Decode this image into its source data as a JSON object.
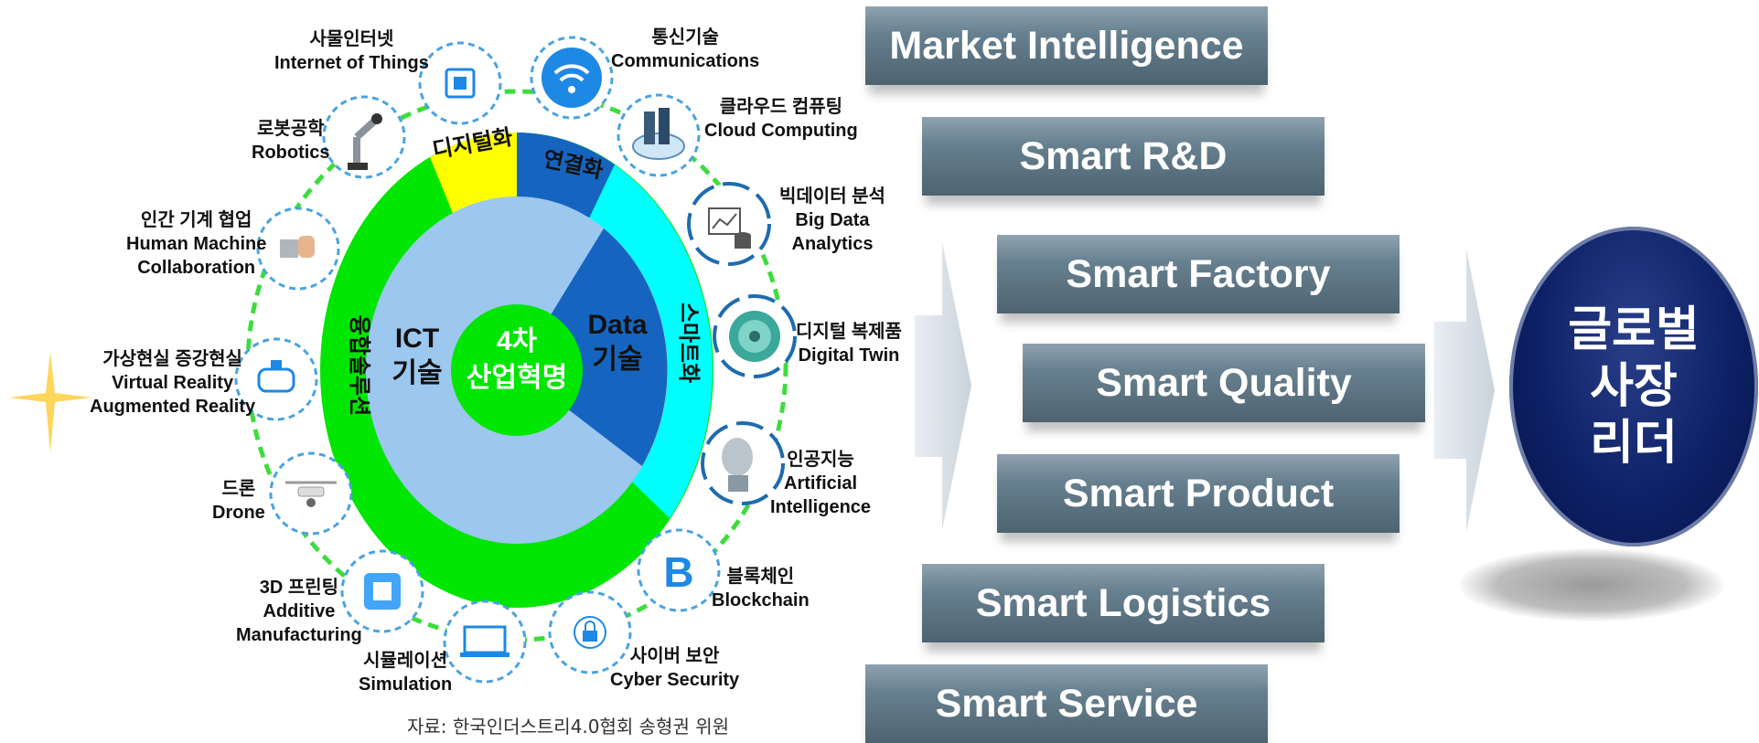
{
  "diagram": {
    "center": {
      "line1": "4차",
      "line2": "산업혁명"
    },
    "inner_left": {
      "line1": "ICT",
      "line2": "기술"
    },
    "inner_right": {
      "line1": "Data",
      "line2": "기술"
    },
    "ring_labels": {
      "digitalization": "디지털화",
      "connection": "연결화",
      "smartization": "스마트화",
      "convergence": "융합솔루션"
    },
    "technologies": [
      {
        "ko": "사물인터넷",
        "en": "Internet of Things",
        "icon": "iot-chip-icon"
      },
      {
        "ko": "통신기술",
        "en": "Communications",
        "icon": "wifi-icon"
      },
      {
        "ko": "클라우드 컴퓨팅",
        "en": "Cloud Computing",
        "icon": "cloud-server-icon"
      },
      {
        "ko": "빅데이터 분석",
        "en": "Big Data Analytics",
        "icon": "big-data-icon"
      },
      {
        "ko": "디지털 복제품",
        "en": "Digital Twin",
        "icon": "turbine-icon"
      },
      {
        "ko": "인공지능",
        "en": "Artificial Intelligence",
        "icon": "ai-robot-icon"
      },
      {
        "ko": "블록체인",
        "en": "Blockchain",
        "icon": "blockchain-icon"
      },
      {
        "ko": "사이버 보안",
        "en": "Cyber Security",
        "icon": "lock-icon"
      },
      {
        "ko": "시뮬레이션",
        "en": "Simulation",
        "icon": "laptop-simulation-icon"
      },
      {
        "ko": "3D 프린팅",
        "en": "Additive Manufacturing",
        "icon": "3d-printer-icon"
      },
      {
        "ko": "드론",
        "en": "Drone",
        "icon": "drone-icon"
      },
      {
        "ko": "가상현실 증강현실",
        "en": "Virtual Reality Augmented Reality",
        "icon": "vr-headset-icon"
      },
      {
        "ko": "인간 기계 협업",
        "en": "Human Machine Collaboration",
        "icon": "robot-hand-icon"
      },
      {
        "ko": "로봇공학",
        "en": "Robotics",
        "icon": "robot-arm-icon"
      }
    ],
    "labels_display": {
      "iot": {
        "ko": "사물인터넷",
        "en": "Internet of Things"
      },
      "comm": {
        "ko": "통신기술",
        "en": "Communications"
      },
      "cloud": {
        "ko": "클라우드 컴퓨팅",
        "en": "Cloud Computing"
      },
      "bigdata": {
        "ko": "빅데이터 분석",
        "en1": "Big Data",
        "en2": "Analytics"
      },
      "twin": {
        "ko": "디지털 복제품",
        "en": "Digital Twin"
      },
      "ai": {
        "ko": "인공지능",
        "en1": "Artificial",
        "en2": "Intelligence"
      },
      "blockchain": {
        "ko": "블록체인",
        "en": "Blockchain"
      },
      "security": {
        "ko": "사이버 보안",
        "en": "Cyber Security"
      },
      "simulation": {
        "ko": "시뮬레이션",
        "en": "Simulation"
      },
      "printing": {
        "ko": "3D 프린팅",
        "en1": "Additive",
        "en2": "Manufacturing"
      },
      "drone": {
        "ko": "드론",
        "en": "Drone"
      },
      "vrar": {
        "ko": "가상현실 증강현실",
        "en1": "Virtual Reality",
        "en2": "Augmented Reality"
      },
      "hmc": {
        "ko": "인간 기계 협업",
        "en1": "Human Machine",
        "en2": "Collaboration"
      },
      "robotics": {
        "ko": "로봇공학",
        "en": "Robotics"
      }
    },
    "source": "자료: 한국인더스트리4.0협회 송형권 위원"
  },
  "smart_items": [
    "Market Intelligence",
    "Smart R&D",
    "Smart Factory",
    "Smart Quality",
    "Smart Product",
    "Smart Logistics",
    "Smart Service"
  ],
  "goal": {
    "line1": "글로벌",
    "line2": "사장",
    "line3": "리더"
  },
  "colors": {
    "green": "#00e600",
    "light_blue": "#9cc7ee",
    "dark_blue": "#1565c0",
    "cyan": "#00ffff",
    "yellow": "#ffff00",
    "navy": "#0e2166",
    "bar_gray": "#5d7482",
    "icon_blue": "#1e88e5"
  }
}
